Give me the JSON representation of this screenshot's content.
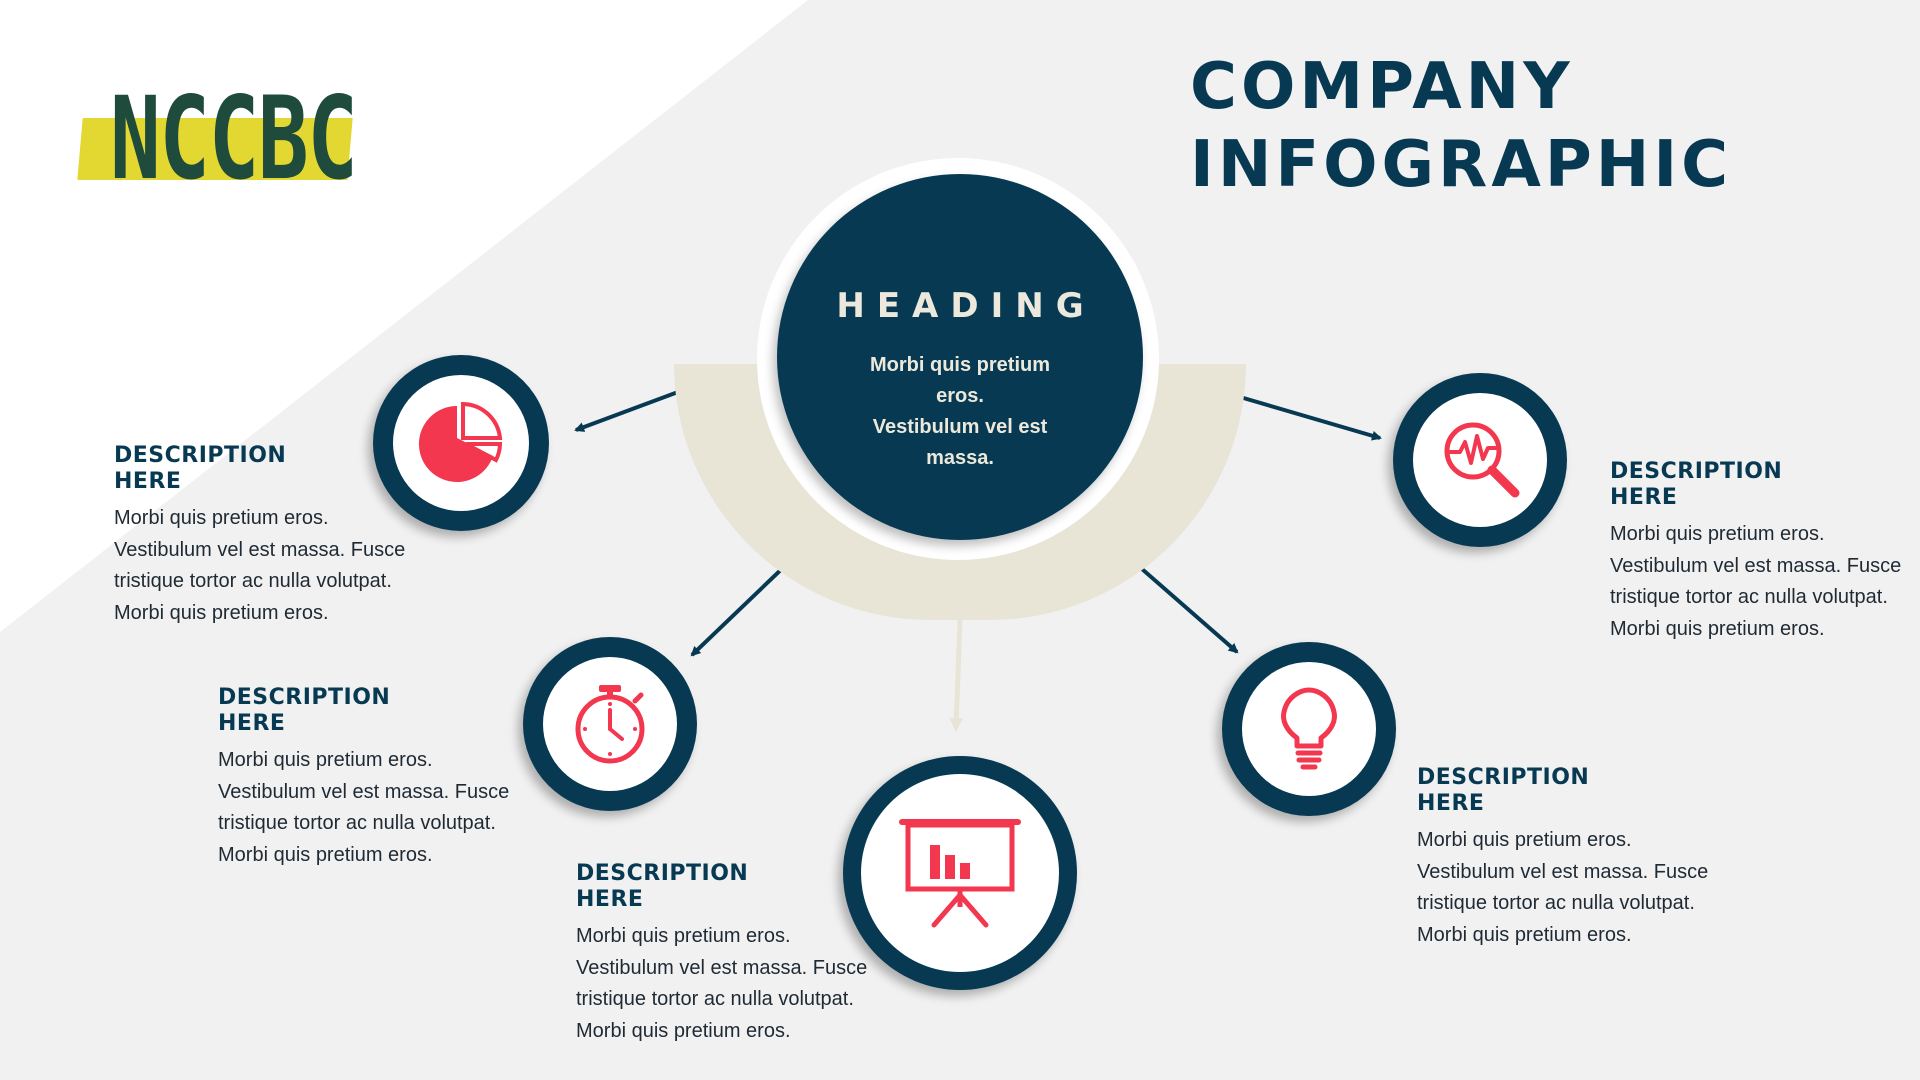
{
  "logo": {
    "text": "NCCBC"
  },
  "title": {
    "line1": "COMPANY",
    "line2": "INFOGRAPHIC"
  },
  "center": {
    "heading": "HEADING",
    "text_line1": "Morbi quis pretium",
    "text_line2": "eros.",
    "text_line3": "Vestibulum vel est",
    "text_line4": "massa."
  },
  "colors": {
    "navy": "#073a52",
    "accent_red": "#f2374f",
    "beige": "#e8e5d6",
    "logo_yellow": "#e3d732",
    "logo_green": "#1f4b3d",
    "background": "#f1f1f2"
  },
  "items": [
    {
      "icon": "pie-chart-icon",
      "title_line1": "DESCRIPTION",
      "title_line2": "HERE",
      "lines": [
        "Morbi quis pretium eros.",
        "Vestibulum vel est massa. Fusce",
        "tristique tortor ac nulla volutpat.",
        "Morbi quis pretium eros."
      ]
    },
    {
      "icon": "stopwatch-icon",
      "title_line1": "DESCRIPTION",
      "title_line2": "HERE",
      "lines": [
        "Morbi quis pretium eros.",
        "Vestibulum vel est massa. Fusce",
        "tristique tortor ac nulla volutpat.",
        "Morbi quis pretium eros."
      ]
    },
    {
      "icon": "presentation-board-icon",
      "title_line1": "DESCRIPTION",
      "title_line2": "HERE",
      "lines": [
        "Morbi quis pretium eros.",
        "Vestibulum vel est massa. Fusce",
        "tristique tortor ac nulla volutpat.",
        "Morbi quis pretium eros."
      ]
    },
    {
      "icon": "lightbulb-icon",
      "title_line1": "DESCRIPTION",
      "title_line2": "HERE",
      "lines": [
        "Morbi quis pretium eros.",
        "Vestibulum vel est massa. Fusce",
        "tristique tortor ac nulla volutpat.",
        "Morbi quis pretium eros."
      ]
    },
    {
      "icon": "magnifier-analytics-icon",
      "title_line1": "DESCRIPTION",
      "title_line2": "HERE",
      "lines": [
        "Morbi quis pretium eros.",
        "Vestibulum vel est massa. Fusce",
        "tristique tortor ac nulla volutpat.",
        "Morbi quis pretium eros."
      ]
    }
  ]
}
